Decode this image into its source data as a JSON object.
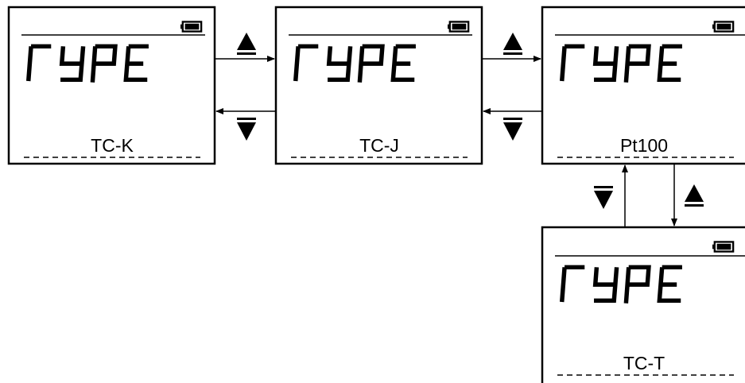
{
  "screens": [
    {
      "id": "tc-k",
      "label": "TC-K",
      "mode_text": "TYPE"
    },
    {
      "id": "tc-j",
      "label": "TC-J",
      "mode_text": "TYPE"
    },
    {
      "id": "pt100",
      "label": "Pt100",
      "mode_text": "TYPE"
    },
    {
      "id": "tc-t",
      "label": "TC-T",
      "mode_text": "TYPE"
    }
  ],
  "transitions": [
    {
      "from": "tc-k",
      "to": "tc-j",
      "key": "up-triangle-icon"
    },
    {
      "from": "tc-j",
      "to": "tc-k",
      "key": "down-triangle-icon"
    },
    {
      "from": "tc-j",
      "to": "pt100",
      "key": "up-triangle-icon"
    },
    {
      "from": "pt100",
      "to": "tc-j",
      "key": "down-triangle-icon"
    },
    {
      "from": "pt100",
      "to": "tc-t",
      "key": "up-triangle-icon"
    },
    {
      "from": "tc-t",
      "to": "pt100",
      "key": "down-triangle-icon"
    }
  ],
  "colors": {
    "ink": "#000000",
    "background": "#ffffff"
  }
}
